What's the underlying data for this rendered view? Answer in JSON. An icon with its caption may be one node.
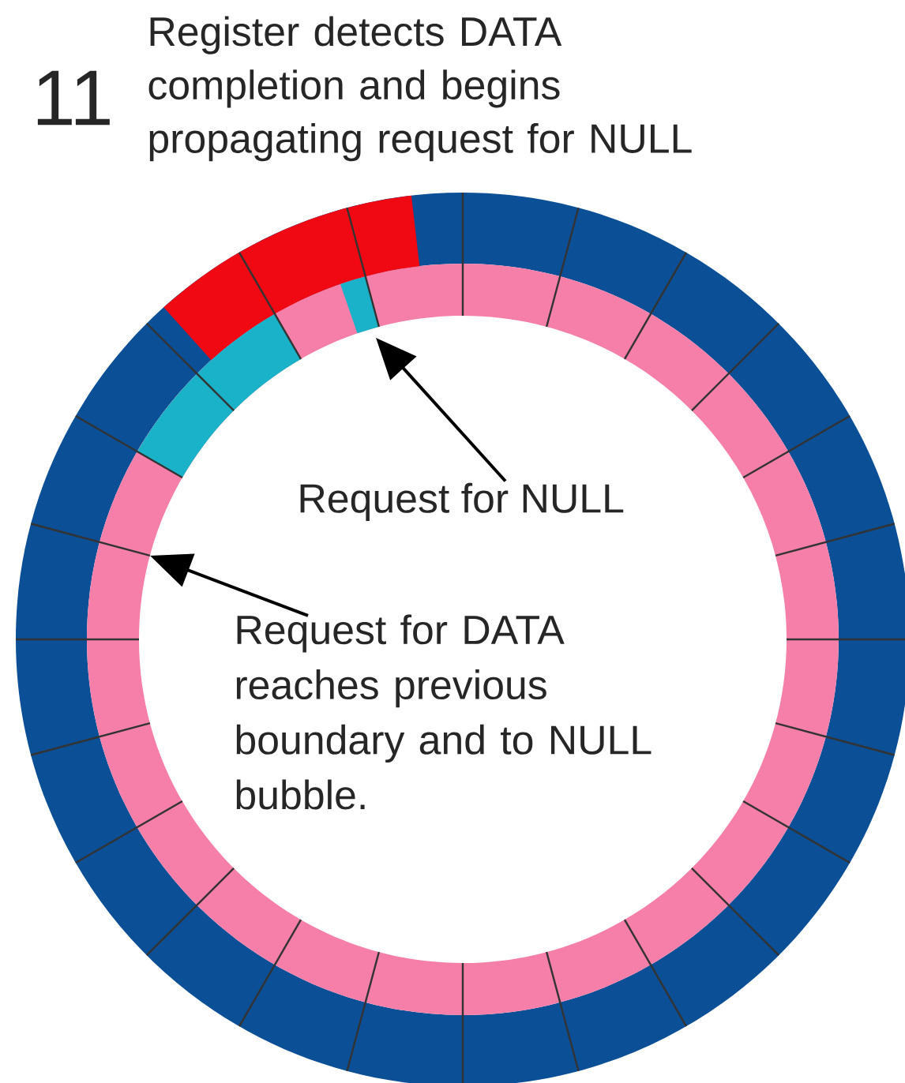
{
  "diagram": {
    "title": "Register detects DATA completion and begins propagating request for NULL",
    "nodes": [
      {
        "text": [
          "Request for NULL"
        ]
      },
      {
        "text": [
          "Request for DATA reaches previous boundary and to NULL bubble."
        ]
      }
    ],
    "edges": [
      {
        "from": 0,
        "to": null,
        "arrow": "to"
      },
      {
        "from": 1,
        "to": null,
        "arrow": "to"
      }
    ],
    "labels": [
      "11"
    ]
  }
}
